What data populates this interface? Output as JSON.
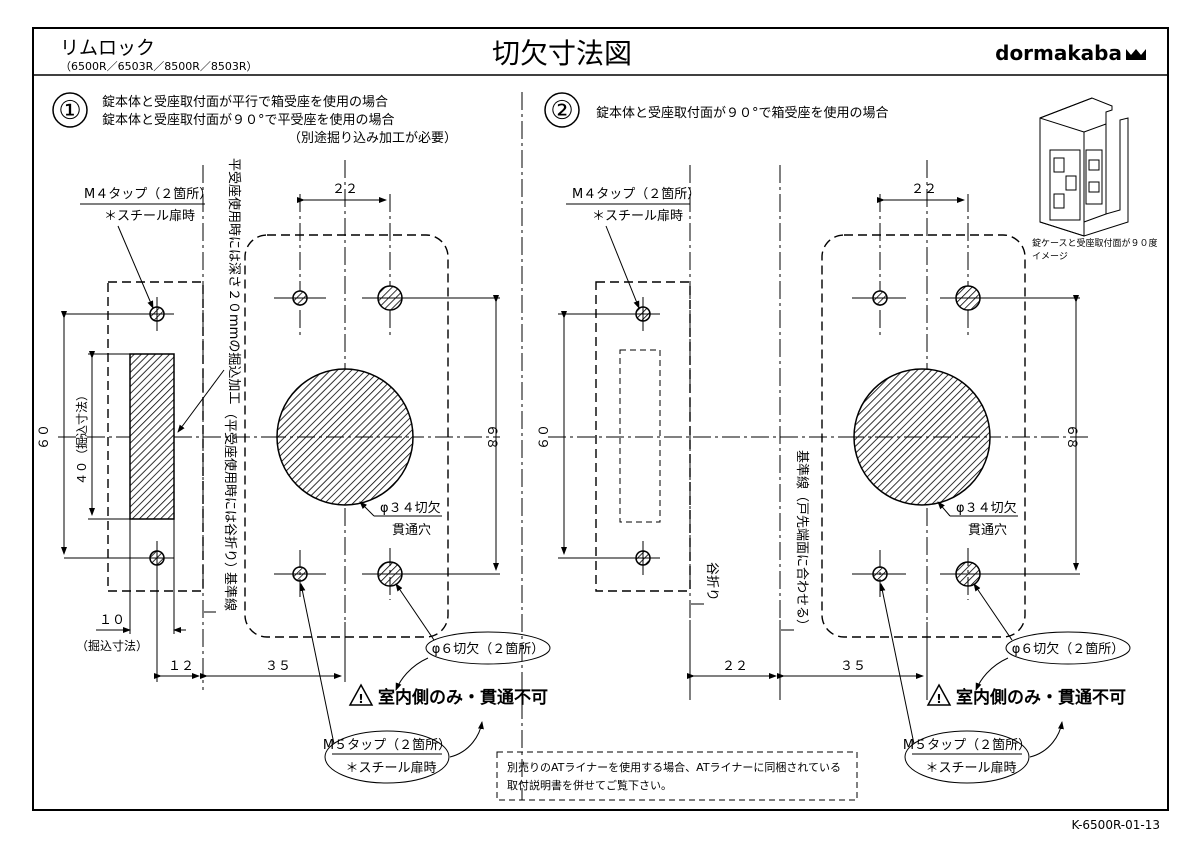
{
  "title_block": {
    "product_name": "リムロック",
    "model_numbers": "（6500R／6503R／8500R／8503R）",
    "drawing_title": "切欠寸法図",
    "brand": "dormakaba",
    "drawing_number": "K-6500R-01-13"
  },
  "section1": {
    "number": "①",
    "caption_line1": "錠本体と受座取付面が平行で箱受座を使用の場合",
    "caption_line2": "錠本体と受座取付面が９０°で平受座を使用の場合",
    "caption_line3": "（別途掘り込み加工が必要）",
    "m4_label_line1": "M４タップ（２箇所）",
    "m4_label_line2": "＊スチール扉時",
    "pocket_note_line1": "平受座使用時には深さ２０mmの掘込加工",
    "pocket_note_line2": "（平受座使用時には谷折り）",
    "reference_line": "基準線",
    "dim_60": "６０",
    "dim_40": "４０（掘込寸法）",
    "dim_68": "６８",
    "dim_22": "２２",
    "dim_10": "１０",
    "dim_10_note": "（掘込寸法）",
    "dim_12": "１２",
    "dim_35": "３５",
    "hole_label_line1": "φ３４切欠",
    "hole_label_line2": "貫通穴",
    "phi6_label": "φ６切欠（２箇所）",
    "warning": "室内側のみ・貫通不可",
    "m5_label_line1": "M５タップ（２箇所）",
    "m5_label_line2": "＊スチール扉時"
  },
  "section2": {
    "number": "②",
    "caption_line1": "錠本体と受座取付面が９０°で箱受座を使用の場合",
    "m4_label_line1": "M４タップ（２箇所）",
    "m4_label_line2": "＊スチール扉時",
    "valley_fold": "谷折り",
    "reference_line": "基準線（戸先端面に合わせる）",
    "dim_60": "６０",
    "dim_68": "６８",
    "dim_22_top": "２２",
    "dim_22_bottom": "２２",
    "dim_35": "３５",
    "hole_label_line1": "φ３４切欠",
    "hole_label_line2": "貫通穴",
    "phi6_label": "φ６切欠（２箇所）",
    "warning": "室内側のみ・貫通不可",
    "m5_label_line1": "M５タップ（２箇所）",
    "m5_label_line2": "＊スチール扉時",
    "image_caption_line1": "錠ケースと受座取付面が９０度",
    "image_caption_line2": "イメージ"
  },
  "note": {
    "line1": "別売りのATライナーを使用する場合、ATライナーに同梱されている",
    "line2": "取付説明書を併せてご覧下さい。"
  }
}
